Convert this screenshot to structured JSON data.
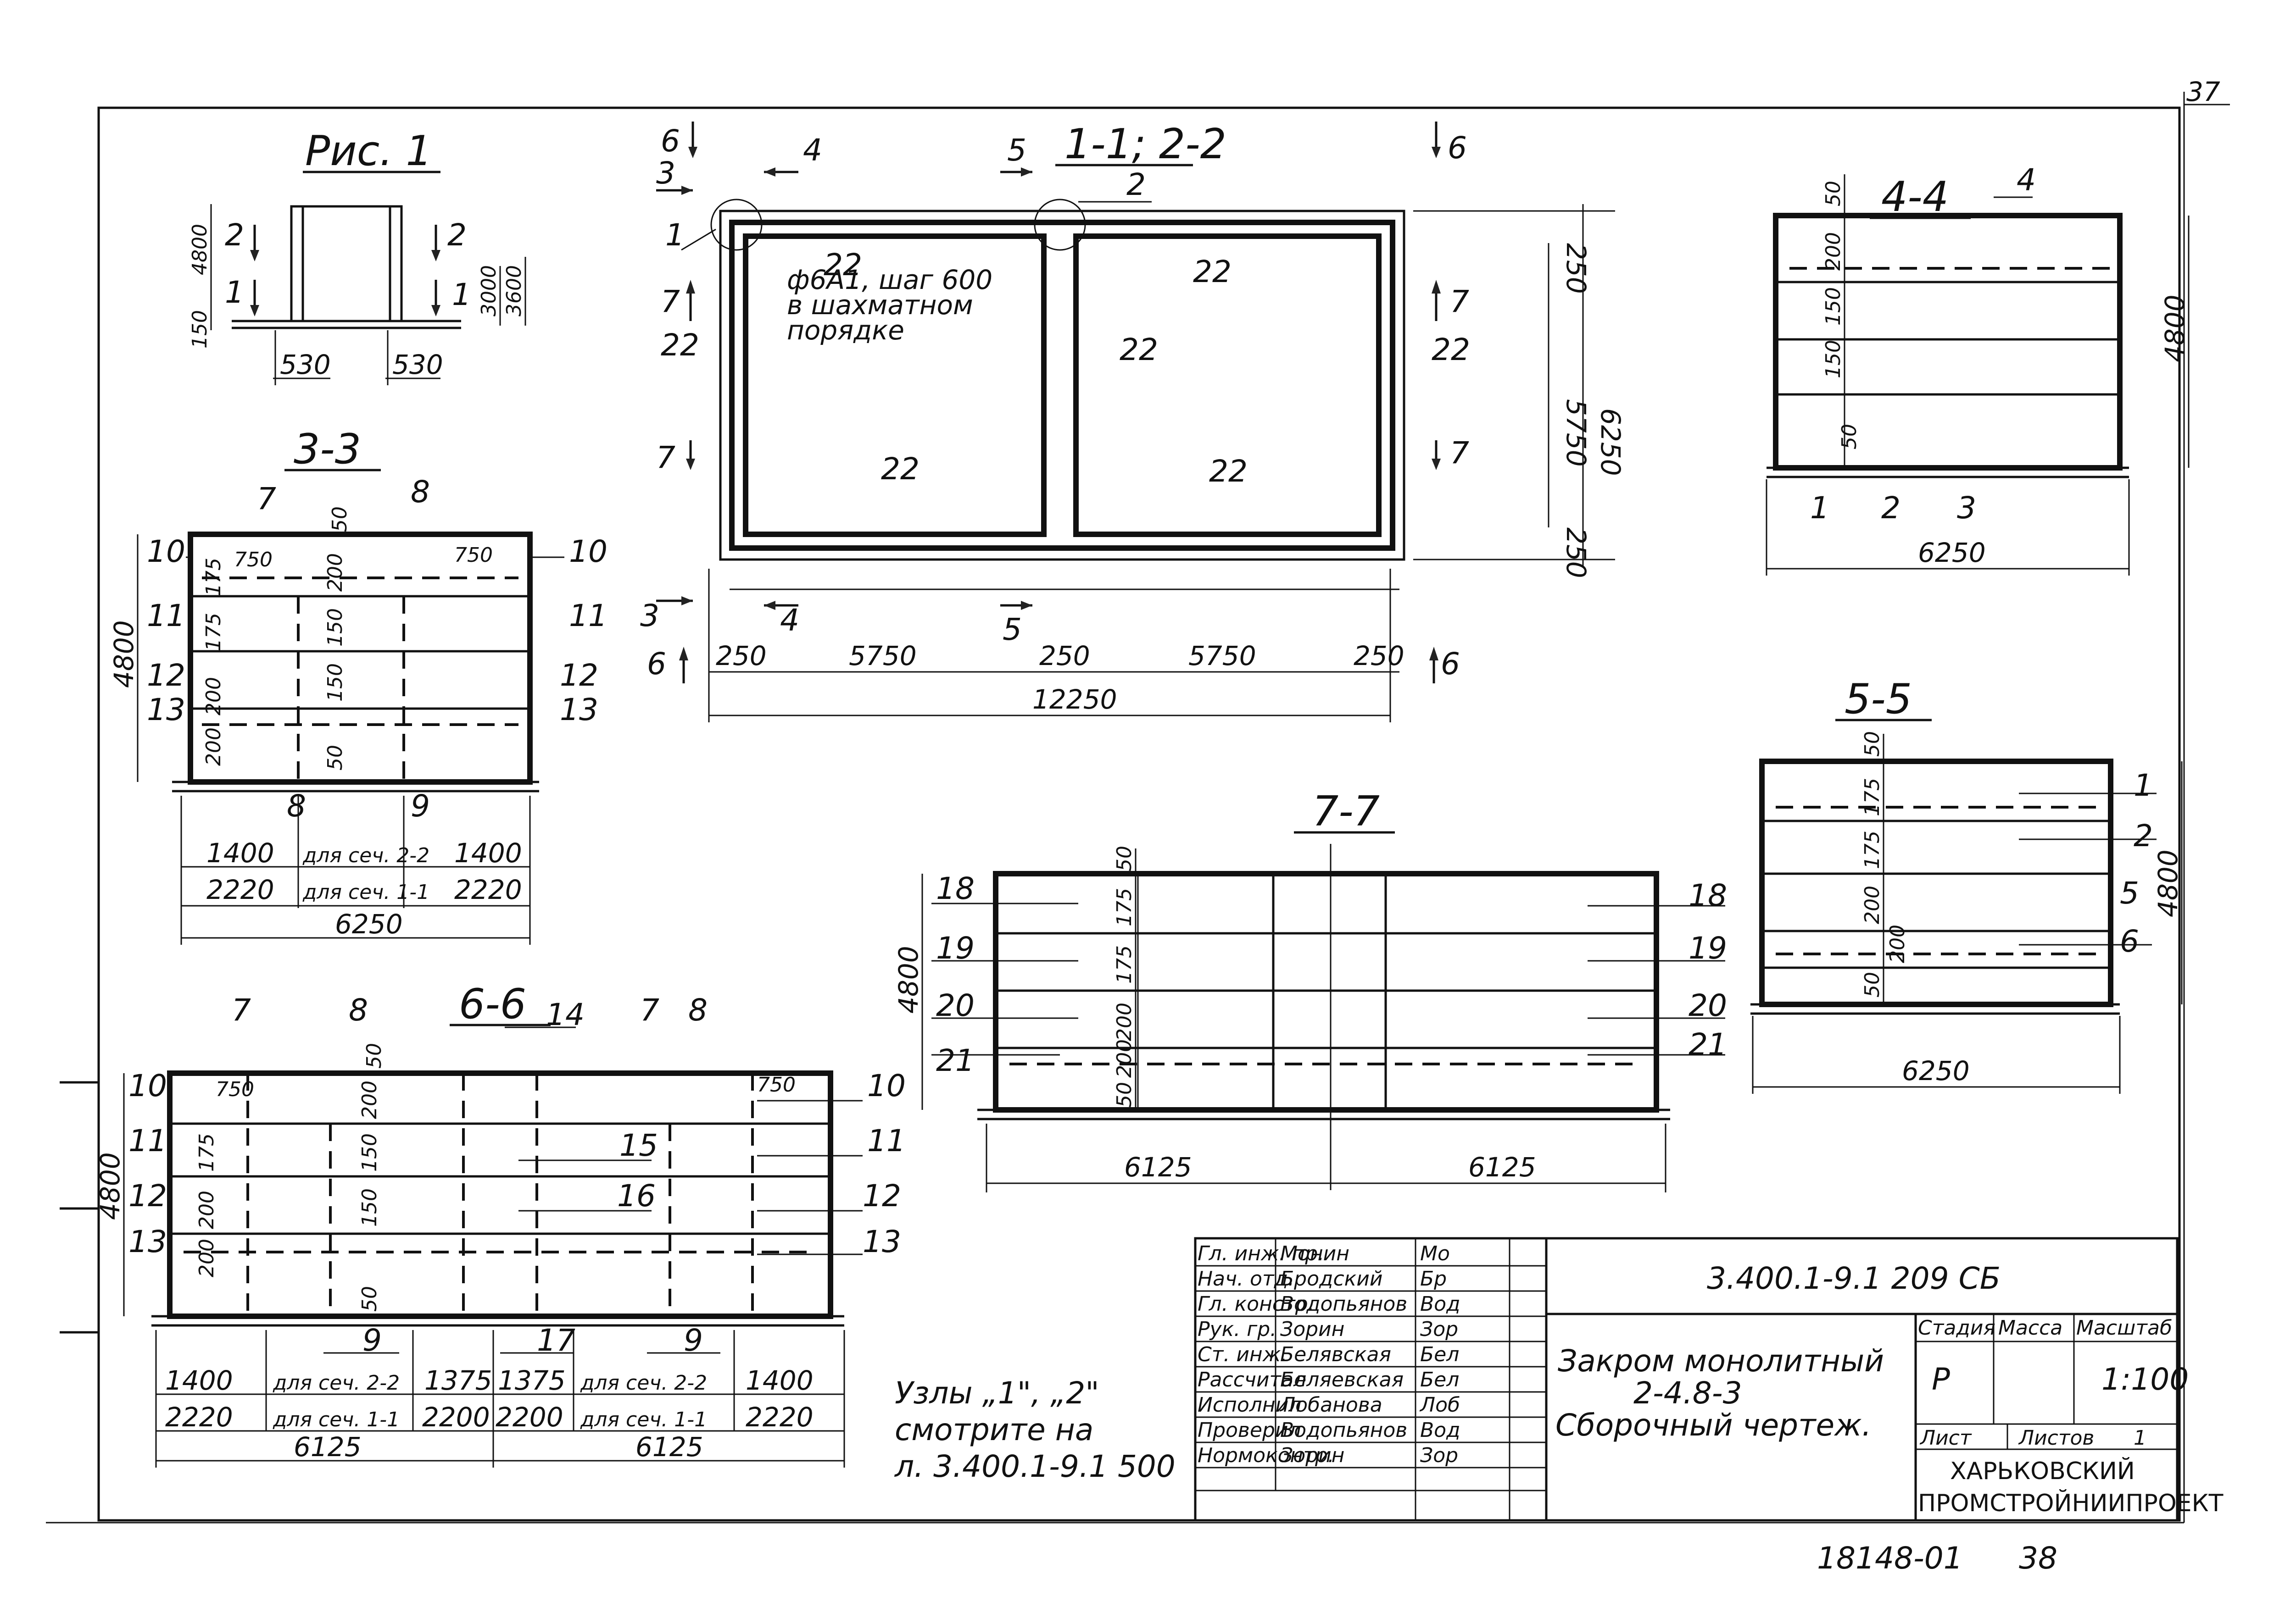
{
  "sheet": {
    "sheet_number_top": "37",
    "bottom_number": "18148-01",
    "bottom_page": "38"
  },
  "fig1": {
    "title": "Рис. 1",
    "marks": [
      "2",
      "1",
      "2",
      "1"
    ],
    "dims": {
      "d4800": "4800",
      "d3000": "3000",
      "d3600": "3600",
      "d150": "150",
      "d530a": "530",
      "d530b": "530"
    }
  },
  "plan": {
    "title": "1-1; 2-2",
    "cut_marks": [
      "6",
      "4",
      "5",
      "6",
      "3",
      "1",
      "2",
      "7",
      "7",
      "7",
      "7",
      "3",
      "4",
      "5",
      "6",
      "6"
    ],
    "note": [
      "ф6А1, шаг 600",
      "в шахматном",
      "порядке"
    ],
    "labels22": [
      "22",
      "22",
      "22",
      "22",
      "22",
      "22",
      "22",
      "22"
    ],
    "dims_bottom": [
      "250",
      "5750",
      "250",
      "5750",
      "250"
    ],
    "dim_total": "12250",
    "dims_right": [
      "250",
      "5750",
      "250"
    ],
    "dim_right_total": "6250"
  },
  "s33": {
    "title": "3-3",
    "top_marks": [
      "7",
      "8"
    ],
    "left_marks": [
      "10",
      "11",
      "12",
      "13"
    ],
    "right_marks": [
      "10",
      "11",
      "12",
      "13"
    ],
    "bottom_marks": [
      "8",
      "9"
    ],
    "inner_dims": [
      "50",
      "750",
      "750",
      "200",
      "150",
      "150",
      "200",
      "50",
      "200",
      "175",
      "175"
    ],
    "dim_height": "4800",
    "row1": [
      "1400",
      "для сеч. 2-2",
      "1400"
    ],
    "row2": [
      "2220",
      "для сеч. 1-1",
      "2220"
    ],
    "total": "6250"
  },
  "s44": {
    "title": "4-4",
    "top_mark": "4",
    "inner_dims": [
      "50",
      "200",
      "150",
      "150",
      "50"
    ],
    "bottom_marks": [
      "1",
      "2",
      "3"
    ],
    "dim_height": "4800",
    "total": "6250"
  },
  "s55": {
    "title": "5-5",
    "inner_dims": [
      "50",
      "175",
      "175",
      "200",
      "200",
      "50"
    ],
    "right_marks": [
      "1",
      "2",
      "5",
      "6"
    ],
    "dim_height": "4800",
    "total": "6250"
  },
  "s77": {
    "title": "7-7",
    "left_marks": [
      "18",
      "19",
      "20",
      "21"
    ],
    "right_marks": [
      "18",
      "19",
      "20",
      "21"
    ],
    "inner_dims": [
      "50",
      "175",
      "175",
      "200",
      "200",
      "50"
    ],
    "dim_height": "4800",
    "dims_bottom": [
      "6125",
      "6125"
    ]
  },
  "s66": {
    "title": "6-6",
    "top_marks": [
      "7",
      "8",
      "14",
      "7",
      "8"
    ],
    "left_marks": [
      "10",
      "11",
      "12",
      "13"
    ],
    "right_marks": [
      "10",
      "11",
      "12",
      "13"
    ],
    "inner_marks": [
      "15",
      "16"
    ],
    "bottom_marks": [
      "9",
      "17",
      "9"
    ],
    "inner_dims": [
      "50",
      "750",
      "750",
      "200",
      "150",
      "150",
      "200",
      "50",
      "175",
      "200"
    ],
    "dim_height": "4800",
    "row1": [
      "1400",
      "для сеч. 2-2",
      "1375",
      "1375",
      "для сеч. 2-2",
      "1400"
    ],
    "row2": [
      "2220",
      "для сеч. 1-1",
      "2200",
      "2200",
      "для сеч. 1-1",
      "2220"
    ],
    "totals": [
      "6125",
      "6125"
    ]
  },
  "note_nodes": [
    "Узлы „1\", „2\"",
    "смотрите на",
    "л. 3.400.1-9.1 500"
  ],
  "title_block": {
    "roles": [
      "Гл. инж. пр.",
      "Нач. отд.",
      "Гл. констр.",
      "Рук. гр.",
      "Ст. инж.",
      "Рассчитал",
      "Исполнил",
      "Проверил",
      "Нормоконтр."
    ],
    "names": [
      "Монин",
      "Бродский",
      "Водопьянов",
      "Зорин",
      "Белявская",
      "Беляевская",
      "Лобанова",
      "Водопьянов",
      "Зорин"
    ],
    "signatures": [
      "Mo",
      "Бр",
      "Вод",
      "Зор",
      "Бел",
      "Бел",
      "Лоб",
      "Вод",
      "Зор"
    ],
    "code": "3.400.1-9.1 209 СБ",
    "name_lines": [
      "Закром монолитный",
      "2-4.8-3",
      "Сборочный чертеж."
    ],
    "stage_label": "Стадия",
    "mass_label": "Масса",
    "scale_label": "Масштаб",
    "stage_value": "Р",
    "scale_value": "1:100",
    "sheet_label": "Лист",
    "sheets_label": "Листов",
    "sheets_value": "1",
    "org_lines": [
      "ХАРЬКОВСКИЙ",
      "ПРОМСТРОЙНИИПРОЕКТ"
    ]
  }
}
